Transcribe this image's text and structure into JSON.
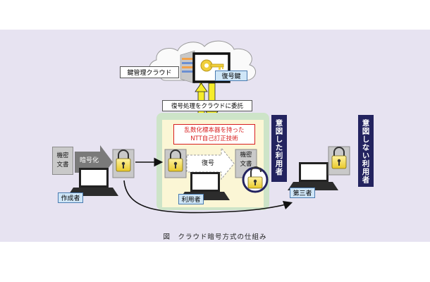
{
  "labels": {
    "key_cloud": "鍵管理クラウド",
    "decrypt_key": "復号鍵",
    "delegate": "復号処理をクラウドに委託",
    "rng_line1": "乱数化標本器を持った",
    "rng_line2": "NTT自己訂正技術",
    "confidential_line1": "機密",
    "confidential_line2": "文書",
    "encrypt": "暗号化",
    "decrypt": "復号",
    "creator": "作成者",
    "user": "利用者",
    "third_party": "第三者",
    "intended_user": "意図した利用者",
    "unintended_user": "意図しない利用者"
  },
  "caption": "図　クラウド暗号方式の仕組み",
  "colors": {
    "panel": "#e7e3f1",
    "navy": "#23235f",
    "red_text": "#d81e1e",
    "arrow_yellow": "#f2e600",
    "green_area": "#cde4c8",
    "cream_area": "#fbf6d5"
  }
}
